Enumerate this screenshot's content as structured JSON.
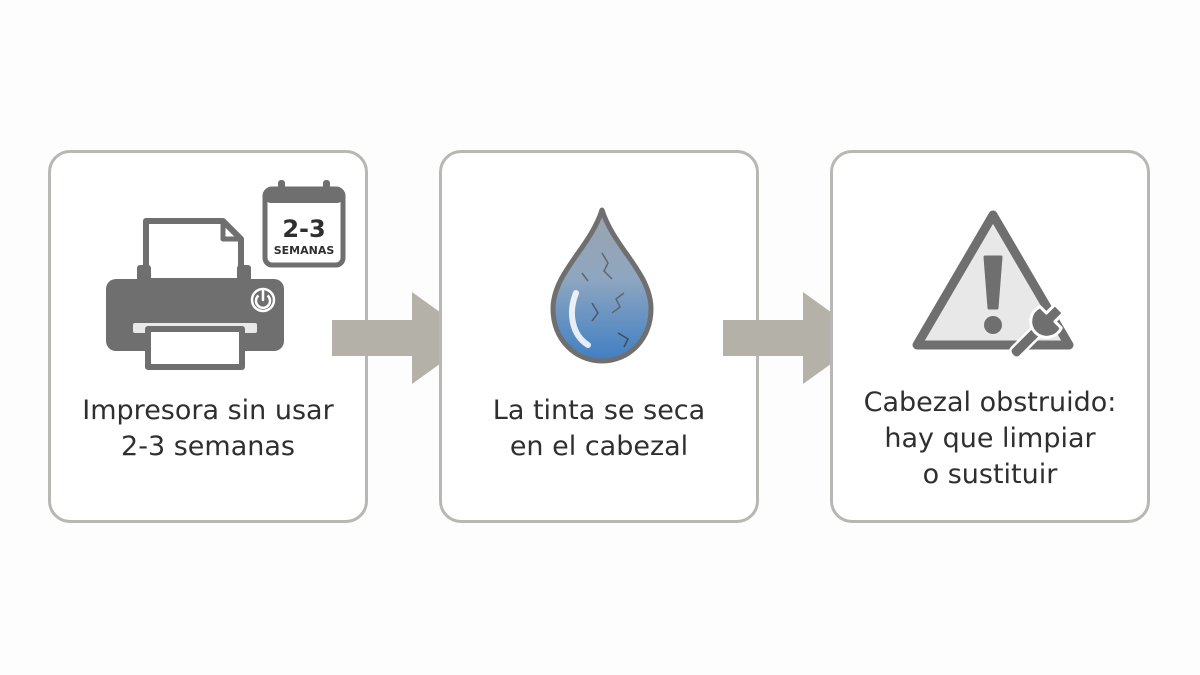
{
  "steps": [
    {
      "icon": "printer-icon",
      "badge_icon": "calendar-icon",
      "badge_number": "2-3",
      "badge_unit": "SEMANAS",
      "lines": [
        "Impresora sin usar",
        "2-3 semanas"
      ]
    },
    {
      "icon": "ink-drop-icon",
      "lines": [
        "La tinta se seca",
        "en el cabezal"
      ]
    },
    {
      "icon": "warning-icon",
      "badge_icon": "wrench-icon",
      "lines": [
        "Cabezal obstruido:",
        "hay que limpiar",
        "o sustituir"
      ]
    }
  ],
  "arrows": [
    "arrow-right-icon",
    "arrow-right-icon"
  ],
  "colors": {
    "card_border": "#b8b7b3",
    "icon_gray": "#6f6f6f",
    "arrow": "#b4b1a9",
    "drop_blue": "#3f7fc4",
    "text": "#2f2f2f"
  }
}
